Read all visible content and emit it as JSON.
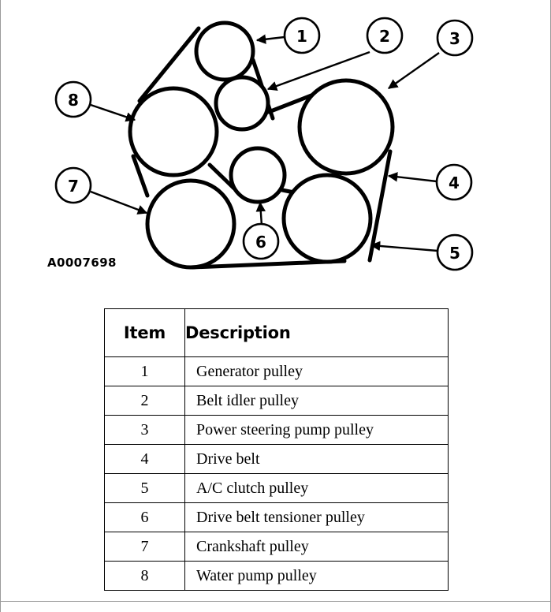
{
  "diagram": {
    "part_number": "A0007698",
    "callouts": [
      {
        "number": "1",
        "target": "generator-pulley"
      },
      {
        "number": "2",
        "target": "belt-idler-pulley"
      },
      {
        "number": "3",
        "target": "power-steering-pump-pulley"
      },
      {
        "number": "4",
        "target": "drive-belt"
      },
      {
        "number": "5",
        "target": "ac-clutch-pulley"
      },
      {
        "number": "6",
        "target": "drive-belt-tensioner-pulley"
      },
      {
        "number": "7",
        "target": "crankshaft-pulley"
      },
      {
        "number": "8",
        "target": "water-pump-pulley"
      }
    ]
  },
  "table": {
    "headers": [
      "Item",
      "Description"
    ],
    "rows": [
      {
        "item": "1",
        "description": "Generator pulley"
      },
      {
        "item": "2",
        "description": "Belt idler pulley"
      },
      {
        "item": "3",
        "description": "Power steering pump pulley"
      },
      {
        "item": "4",
        "description": "Drive belt"
      },
      {
        "item": "5",
        "description": "A/C clutch pulley"
      },
      {
        "item": "6",
        "description": "Drive belt tensioner pulley"
      },
      {
        "item": "7",
        "description": "Crankshaft pulley"
      },
      {
        "item": "8",
        "description": "Water pump pulley"
      }
    ]
  },
  "colors": {
    "ink": "#000000",
    "paper": "#ffffff",
    "rule": "#9a9a9a"
  }
}
